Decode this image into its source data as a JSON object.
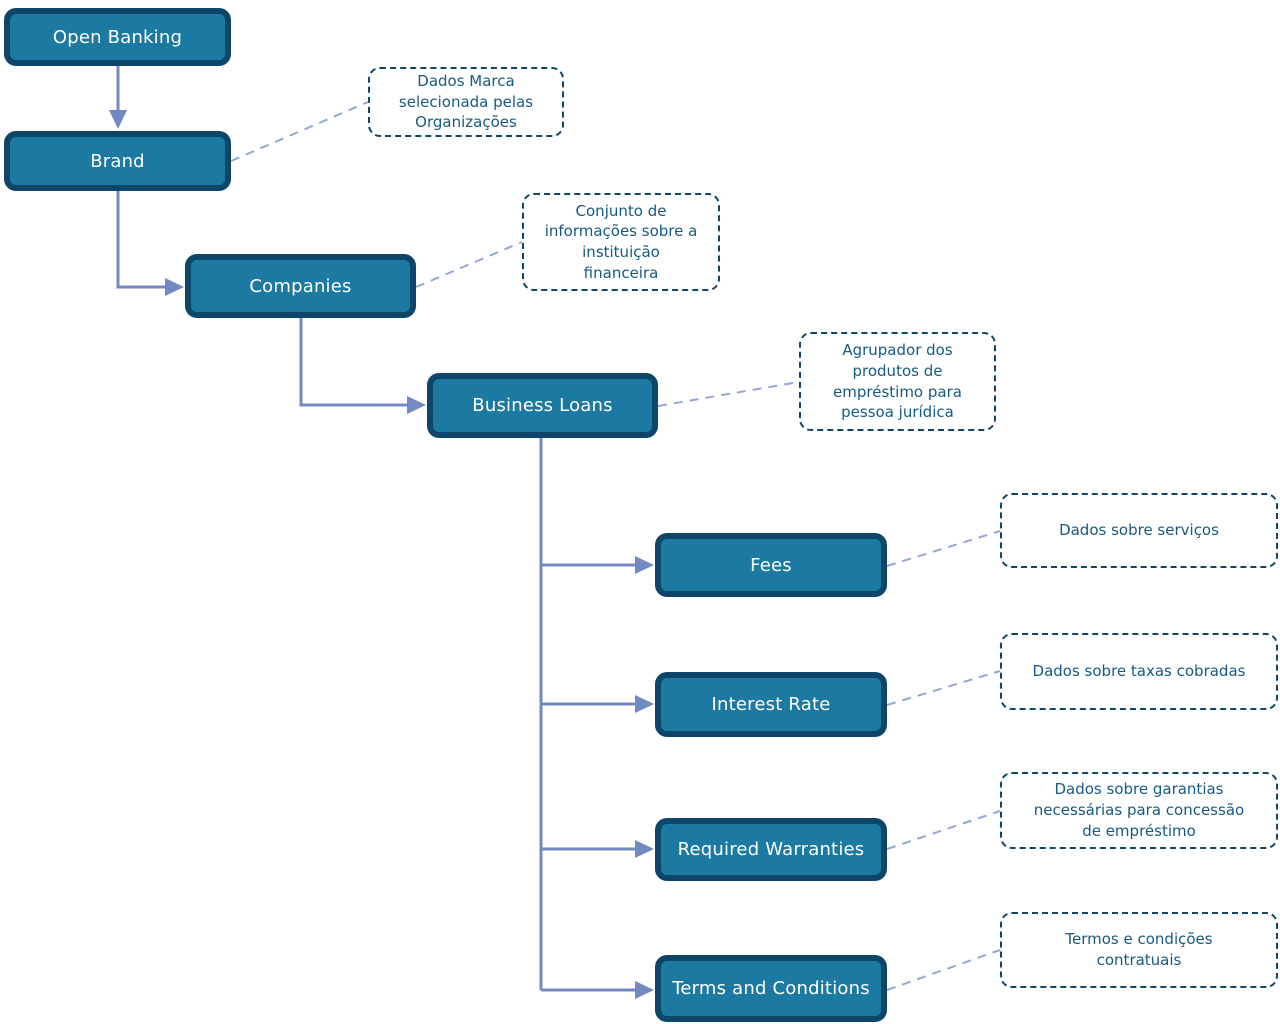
{
  "diagram": {
    "title": "Open Banking hierarchy diagram",
    "nodes": [
      {
        "id": "open-banking",
        "label": "Open Banking"
      },
      {
        "id": "brand",
        "label": "Brand"
      },
      {
        "id": "companies",
        "label": "Companies"
      },
      {
        "id": "business-loans",
        "label": "Business Loans"
      },
      {
        "id": "fees",
        "label": "Fees"
      },
      {
        "id": "interest-rate",
        "label": "Interest Rate"
      },
      {
        "id": "required-warranties",
        "label": "Required Warranties"
      },
      {
        "id": "terms-and-conditions",
        "label": "Terms and Conditions"
      }
    ],
    "annotations": [
      {
        "for": "brand",
        "text": "Dados Marca\nselecionada pelas\nOrganizações"
      },
      {
        "for": "companies",
        "text": "Conjunto de\ninformações sobre a\ninstituição\nfinanceira"
      },
      {
        "for": "business-loans",
        "text": "Agrupador dos\nprodutos de\nempréstimo para\npessoa jurídica"
      },
      {
        "for": "fees",
        "text": "Dados sobre serviços"
      },
      {
        "for": "interest-rate",
        "text": "Dados sobre taxas cobradas"
      },
      {
        "for": "required-warranties",
        "text": "Dados sobre garantias\nnecessárias para concessão\nde empréstimo"
      },
      {
        "for": "terms-and-conditions",
        "text": "Termos e condições\ncontratuais"
      }
    ],
    "colors": {
      "node_fill": "#1b79a2",
      "node_border": "#0d4668",
      "node_text": "#ffffff",
      "annotation_border": "#0d4668",
      "annotation_text": "#175a82",
      "connector_solid": "#7289c2",
      "connector_dashed": "#92a7d8",
      "background": "#ffffff"
    }
  }
}
